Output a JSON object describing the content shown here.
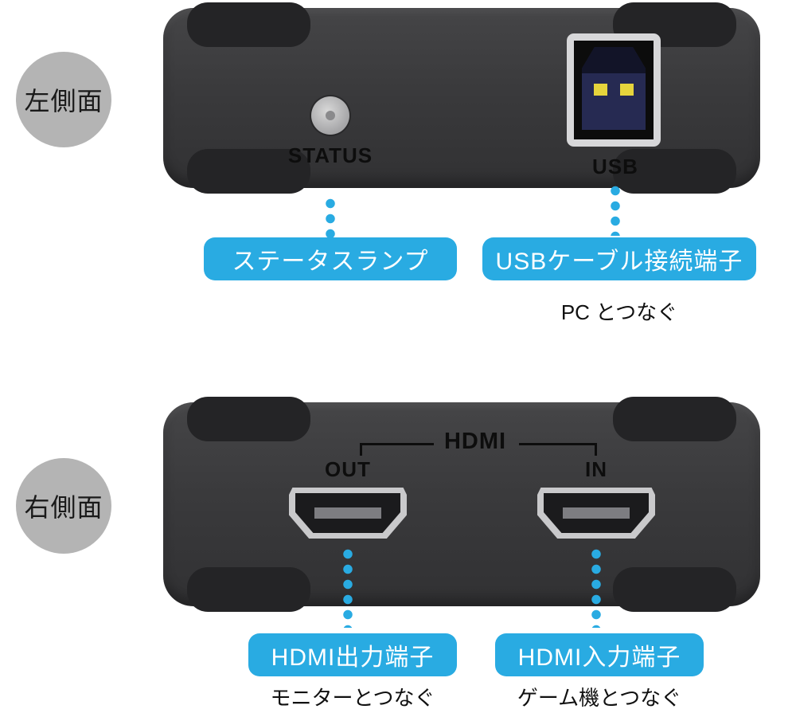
{
  "colors": {
    "accent_blue": "#29abe2",
    "device_body": "#3a3a3c",
    "device_bumper": "#242426",
    "badge_gray": "#b4b4b4",
    "usb_plug_navy": "#262a52",
    "usb_pin_yellow": "#e6d43c"
  },
  "left_view": {
    "badge_label": "左側面",
    "status_print": "STATUS",
    "usb_print": "USB",
    "status_callout": "ステータスランプ",
    "usb_callout": "USBケーブル接続端子",
    "usb_caption": "PC とつなぐ"
  },
  "right_view": {
    "badge_label": "右側面",
    "hdmi_print": "HDMI",
    "out_print": "OUT",
    "in_print": "IN",
    "out_callout": "HDMI出力端子",
    "in_callout": "HDMI入力端子",
    "out_caption": "モニターとつなぐ",
    "in_caption": "ゲーム機とつなぐ"
  }
}
